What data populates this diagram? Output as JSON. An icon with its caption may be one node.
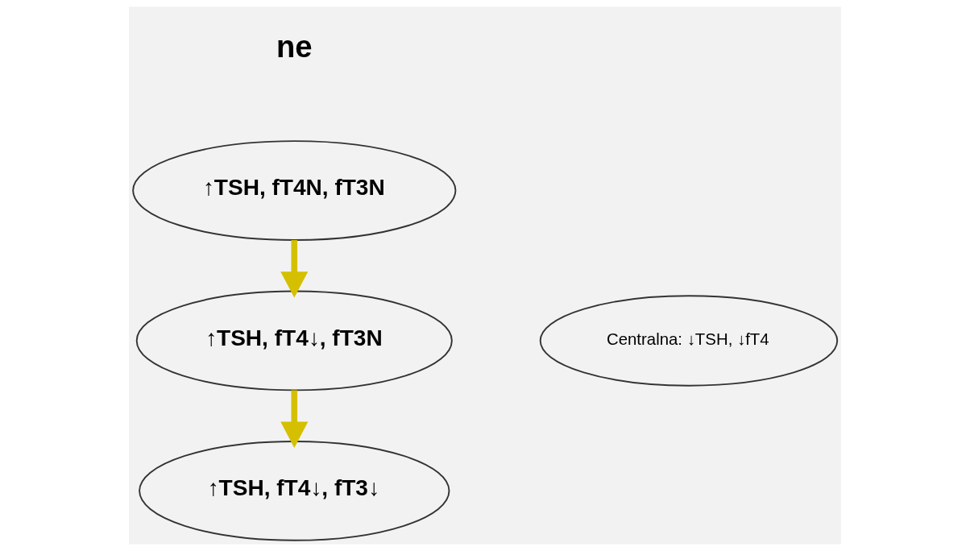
{
  "diagram": {
    "nodes": [
      {
        "text": [
          "↑TSH, fT4N, fT3N"
        ]
      },
      {
        "text": [
          "↑TSH, fT4↓, fT3N"
        ]
      },
      {
        "text": [
          "↑TSH, fT4↓, fT3↓"
        ]
      },
      {
        "text": [
          "Centralna: ↓TSH, ↓fT4"
        ]
      }
    ],
    "edges": [
      {
        "from": 0,
        "to": 1,
        "arrow": "to"
      },
      {
        "from": 1,
        "to": 2,
        "arrow": "to"
      }
    ],
    "labels": [
      "ne"
    ]
  }
}
